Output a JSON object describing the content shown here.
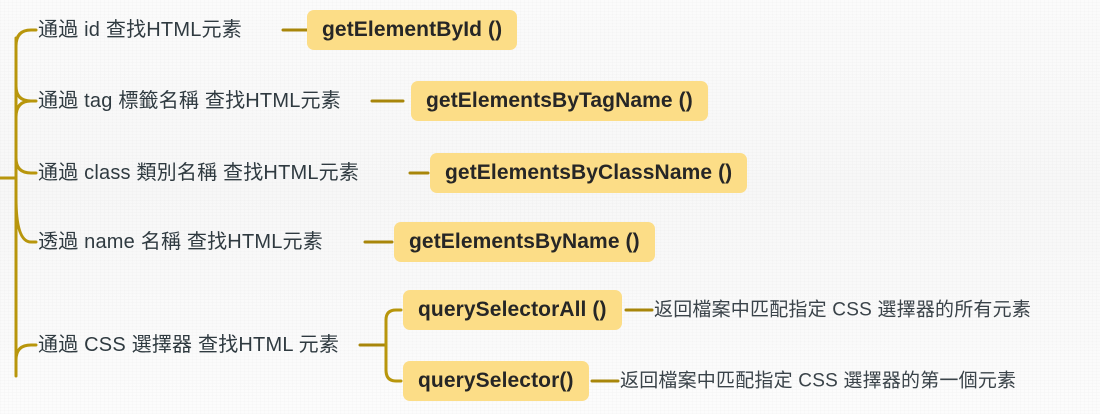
{
  "diagram": {
    "type": "mindmap",
    "title_present": false,
    "colors": {
      "background": "#fafafa",
      "pill_fill": "#fcdd87",
      "pill_text": "#262626",
      "branch_line": "#b8960c",
      "connector_line": "#a8860a",
      "label_text": "#2f3a40",
      "description_text": "#3a4349"
    },
    "root_branch": {
      "name": "main-bracket",
      "children_count": 5
    },
    "rows": [
      {
        "id": "by-id",
        "label": "通過 id 查找HTML元素",
        "method": "getElementById ()",
        "description": ""
      },
      {
        "id": "by-tag",
        "label": "通過 tag 標籤名稱 查找HTML元素",
        "method": "getElementsByTagName ()",
        "description": ""
      },
      {
        "id": "by-class",
        "label": "通過 class 類別名稱 查找HTML元素",
        "method": "getElementsByClassName ()",
        "description": ""
      },
      {
        "id": "by-name",
        "label": "透過 name 名稱 查找HTML元素",
        "method": "getElementsByName ()",
        "description": ""
      },
      {
        "id": "by-css",
        "label": "通過 CSS 選擇器 查找HTML 元素",
        "method": "",
        "description": "",
        "children": [
          {
            "id": "query-selector-all",
            "method": "querySelectorAll ()",
            "description": "返回檔案中匹配指定 CSS 選擇器的所有元素"
          },
          {
            "id": "query-selector",
            "method": "querySelector()",
            "description": "返回檔案中匹配指定 CSS 選擇器的第一個元素"
          }
        ]
      }
    ]
  }
}
